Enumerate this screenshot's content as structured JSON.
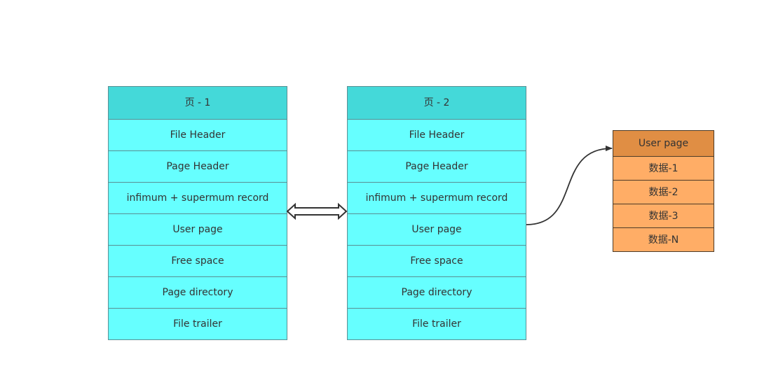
{
  "page1": {
    "header": "页 - 1",
    "rows": [
      "File Header",
      "Page Header",
      "infimum + supermum record",
      "User page",
      "Free space",
      "Page directory",
      "File trailer"
    ]
  },
  "page2": {
    "header": "页 - 2",
    "rows": [
      "File Header",
      "Page Header",
      "infimum + supermum record",
      "User page",
      "Free space",
      "Page directory",
      "File trailer"
    ]
  },
  "user_page": {
    "header": "User page",
    "rows": [
      "数据-1",
      "数据-2",
      "数据-3",
      "数据-N"
    ]
  },
  "colors": {
    "page_header_fill": "#44d9d9",
    "page_row_fill": "#66ffff",
    "user_header_fill": "#e08e44",
    "user_row_fill": "#ffad66"
  }
}
